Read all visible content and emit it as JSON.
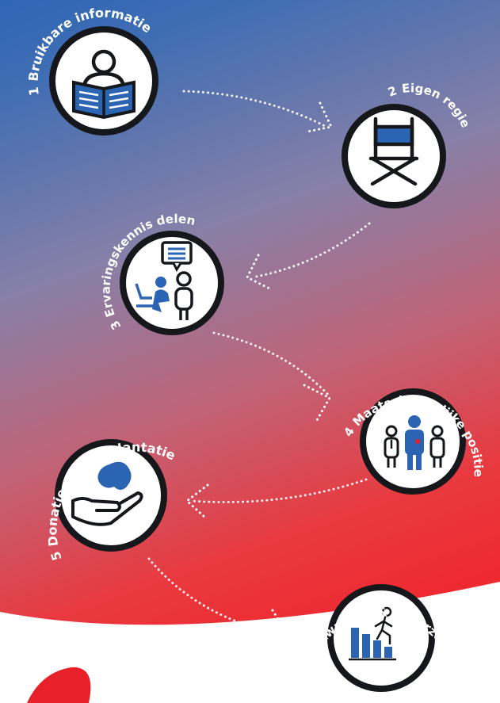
{
  "steps": [
    {
      "number": "1",
      "title": "Bruikbare informatie",
      "icon": "reading-person-icon"
    },
    {
      "number": "2",
      "title": "Eigen regie",
      "icon": "director-chair-icon"
    },
    {
      "number": "3",
      "title": "Ervaringskennis delen",
      "icon": "peer-conversation-icon"
    },
    {
      "number": "4",
      "title": "Maatschappelijke positie",
      "icon": "people-with-kidney-icon"
    },
    {
      "number": "5",
      "title": "Donatie & transplantatie",
      "icon": "hand-holding-kidney-icon"
    },
    {
      "number": "6",
      "title": "Kwaliteit & onderzoek",
      "icon": "climbing-bar-chart-icon"
    }
  ],
  "colors": {
    "gradient_top": "#2f66b6",
    "gradient_mid": "#8a7ea6",
    "gradient_bottom": "#ee2a30",
    "icon_blue": "#2b64b3",
    "accent_red": "#e8202a",
    "ring": "#15171a",
    "text": "#ffffff"
  }
}
